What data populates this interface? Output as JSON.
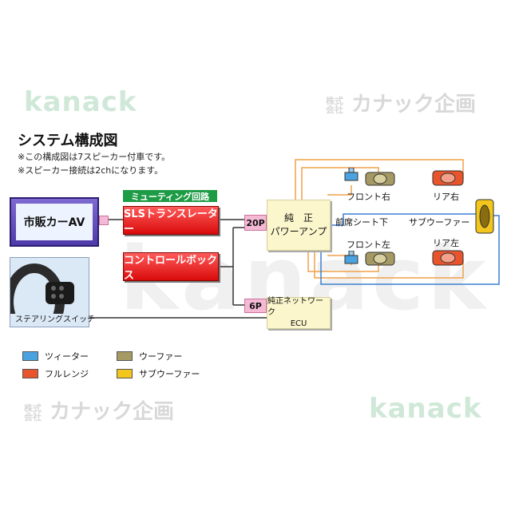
{
  "watermarks": {
    "brand_en": "kanack",
    "brand_jp": "カナック企画",
    "corp_mark": "株式会社"
  },
  "title": "システム構成図",
  "notes": [
    "※この構成図は7スピーカー付車です。",
    "※スピーカー接続は2chになります。"
  ],
  "blocks": {
    "aftermarket_av": "市販カーAV",
    "muting_circuit": "ミューティング回路",
    "sls_translator": "SLSトランスレーター",
    "control_box": "コントロールボックス",
    "steering_switch": "ステアリングスイッチ",
    "connector_20p": "20P",
    "connector_6p": "6P",
    "power_amp_line1": "純　正",
    "power_amp_line2": "パワーアンプ",
    "ecu_line1": "純正ネットワーク",
    "ecu_line2": "ECU"
  },
  "speakers": {
    "front_right": "フロント右",
    "rear_right": "リア右",
    "under_front_seat": "前席シート下",
    "subwoofer": "サブウーファー",
    "front_left": "フロント左",
    "rear_left": "リア左"
  },
  "legend": [
    {
      "label": "ツィーター",
      "color": "#4aa3e0"
    },
    {
      "label": "ウーファー",
      "color": "#a59a63"
    },
    {
      "label": "フルレンジ",
      "color": "#e8552d"
    },
    {
      "label": "サブウーファー",
      "color": "#f2c61c"
    }
  ],
  "colors": {
    "orange_line": "#f0a04a",
    "blue_line": "#3b7fd0",
    "black_line": "#333333"
  }
}
